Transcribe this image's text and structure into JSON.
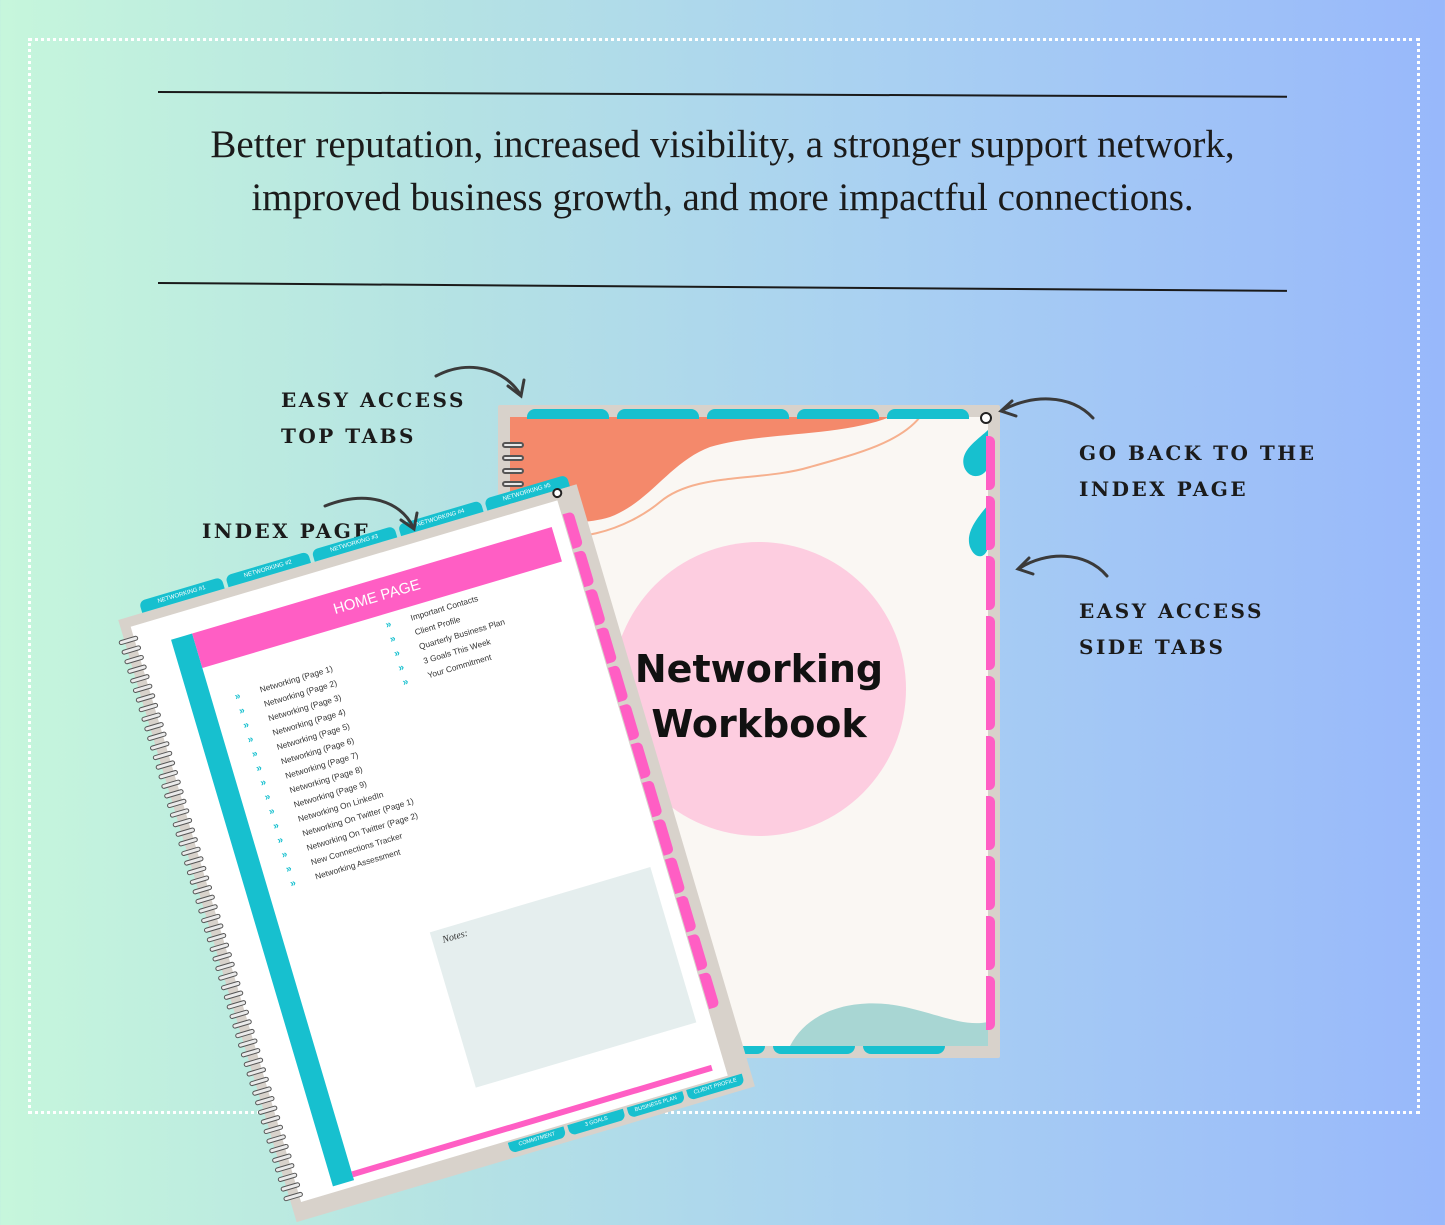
{
  "headline": "Better reputation, increased visibility, a stronger support network, improved business growth, and more impactful connections.",
  "callouts": {
    "top_tabs": [
      "EASY ACCESS",
      "TOP TABS"
    ],
    "index_page": [
      "INDEX PAGE"
    ],
    "back_to_index": [
      "GO BACK TO THE",
      "INDEX PAGE"
    ],
    "side_tabs": [
      "EASY ACCESS",
      "SIDE TABS"
    ]
  },
  "workbook": {
    "title_line1": "Networking",
    "title_line2": "Workbook"
  },
  "index": {
    "header": "HOME PAGE",
    "top_tabs": [
      "NETWORKING #1",
      "NETWORKING #2",
      "NETWORKING #3",
      "NETWORKING #4",
      "NETWORKING #5"
    ],
    "bottom_tabs": [
      "COMMITMENT",
      "3 GOALS",
      "BUSINESS PLAN",
      "CLIENT PROFILE"
    ],
    "list_left": [
      "Networking (Page 1)",
      "Networking (Page 2)",
      "Networking (Page 3)",
      "Networking (Page 4)",
      "Networking (Page 5)",
      "Networking (Page 6)",
      "Networking (Page 7)",
      "Networking (Page 8)",
      "Networking (Page 9)",
      "Networking On LinkedIn",
      "Networking On Twitter (Page 1)",
      "Networking On Twitter (Page 2)",
      "New Connections Tracker",
      "Networking Assessment"
    ],
    "list_right": [
      "Important Contacts",
      "Client Profile",
      "Quarterly Business Plan",
      "3 Goals This Week",
      "Your Commitment"
    ],
    "notes_label": "Notes:"
  },
  "colors": {
    "teal": "#17c0cf",
    "pink": "#ff5ec4",
    "light_pink": "#fdcde0",
    "coral": "#f4896b"
  }
}
